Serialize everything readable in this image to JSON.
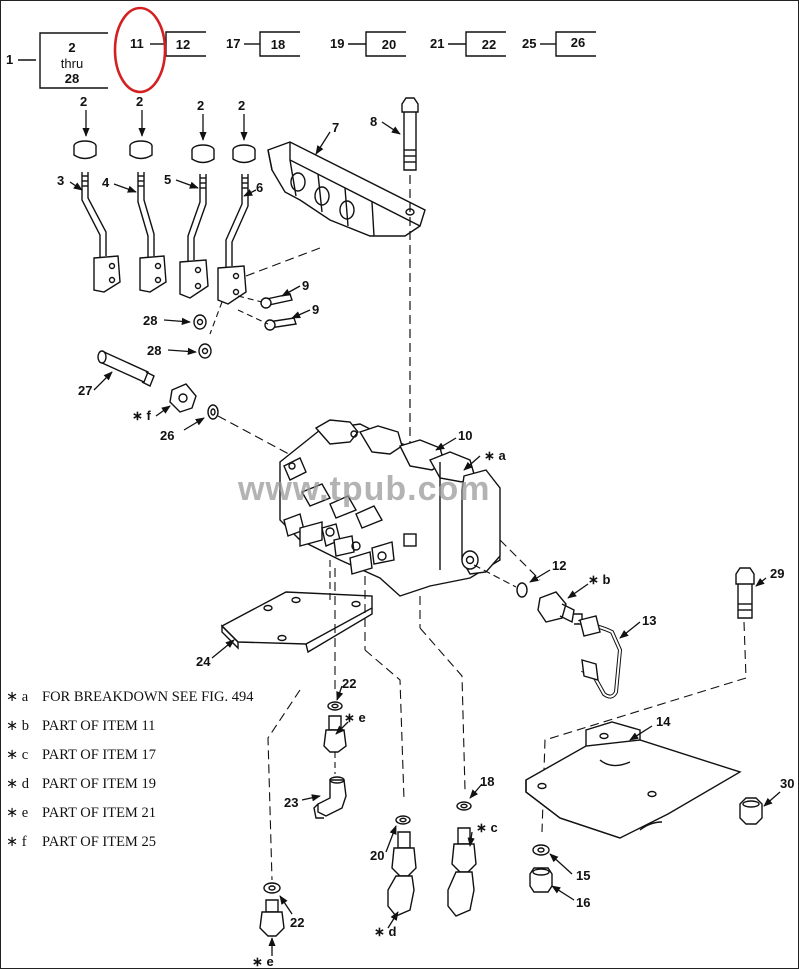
{
  "figure": {
    "callout_groups": [
      {
        "item": "1",
        "boxed": [
          "2",
          "thru",
          "28"
        ]
      },
      {
        "item": "11",
        "boxed": [
          "12"
        ],
        "highlighted": true
      },
      {
        "item": "17",
        "boxed": [
          "18"
        ]
      },
      {
        "item": "19",
        "boxed": [
          "20"
        ]
      },
      {
        "item": "21",
        "boxed": [
          "22"
        ]
      },
      {
        "item": "25",
        "boxed": [
          "26"
        ]
      }
    ],
    "highlight_color": "#d42020",
    "part_labels": {
      "p2a": "2",
      "p2b": "2",
      "p2c": "2",
      "p2d": "2",
      "p3": "3",
      "p4": "4",
      "p5": "5",
      "p6": "6",
      "p7": "7",
      "p8": "8",
      "p9a": "9",
      "p9b": "9",
      "p10": "10",
      "p12": "12",
      "p13": "13",
      "p14": "14",
      "p15": "15",
      "p16": "16",
      "p18": "18",
      "p20": "20",
      "p22a": "22",
      "p22b": "22",
      "p23": "23",
      "p24": "24",
      "p26": "26",
      "p27": "27",
      "p28a": "28",
      "p28b": "28",
      "p29": "29",
      "p30": "30",
      "star_a": "∗ a",
      "star_b": "∗ b",
      "star_c": "∗ c",
      "star_d": "∗ d",
      "star_e1": "∗ e",
      "star_e2": "∗ e",
      "star_f": "∗ f"
    },
    "watermark": "www.tpub.com"
  },
  "legend": [
    {
      "key": "∗ a",
      "text": "FOR BREAKDOWN SEE FIG. 494"
    },
    {
      "key": "∗ b",
      "text": "PART OF ITEM 11"
    },
    {
      "key": "∗ c",
      "text": "PART OF ITEM 17"
    },
    {
      "key": "∗ d",
      "text": "PART OF ITEM 19"
    },
    {
      "key": "∗ e",
      "text": "PART OF ITEM 21"
    },
    {
      "key": "∗ f",
      "text": "PART OF ITEM 25"
    }
  ]
}
